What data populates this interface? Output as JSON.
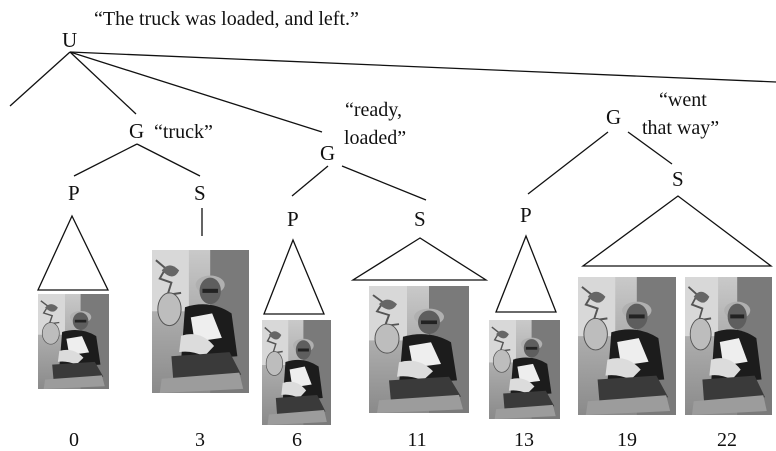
{
  "tree": {
    "root": {
      "label": "U",
      "quote": "“The truck was loaded, and left.”"
    },
    "groups": [
      {
        "label": "G",
        "quote": "“truck”"
      },
      {
        "label": "G",
        "quote_lines": [
          "“ready,",
          "loaded”"
        ]
      },
      {
        "label": "G",
        "quote_lines": [
          "“went",
          "that way”"
        ]
      }
    ],
    "p_label": "P",
    "s_label": "S"
  },
  "frames": [
    "0",
    "3",
    "6",
    "11",
    "13",
    "19",
    "22"
  ]
}
